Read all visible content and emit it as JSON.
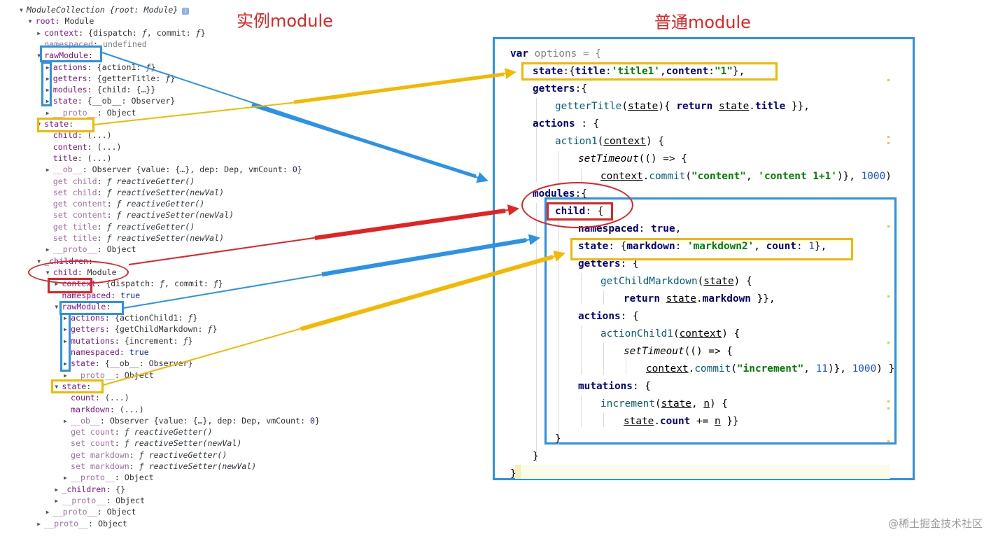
{
  "headings": {
    "instance_module": "实例module",
    "plain_module": "普通module"
  },
  "devtools_tree": [
    {
      "parts": [
        {
          "t": "ModuleCollection {root: Module}",
          "c": "it"
        }
      ]
    },
    {
      "parts": [
        {
          "t": "root",
          "c": "k"
        },
        {
          "t": ": Module",
          "c": "p"
        }
      ]
    },
    {
      "parts": [
        {
          "t": "context",
          "c": "k"
        },
        {
          "t": ": {dispatch: ",
          "c": "p"
        },
        {
          "t": "ƒ",
          "c": "it"
        },
        {
          "t": ", commit: ",
          "c": "p"
        },
        {
          "t": "ƒ",
          "c": "it"
        },
        {
          "t": "}",
          "c": "p"
        }
      ]
    },
    {
      "parts": [
        {
          "t": "namespaced",
          "c": "kd"
        },
        {
          "t": ": ",
          "c": "p"
        },
        {
          "t": "undefined",
          "c": "vu"
        }
      ]
    },
    {
      "parts": [
        {
          "t": "rawModule",
          "c": "k"
        },
        {
          "t": ":",
          "c": "p"
        }
      ]
    },
    {
      "parts": [
        {
          "t": "actions",
          "c": "k"
        },
        {
          "t": ": {action1: ",
          "c": "p"
        },
        {
          "t": "ƒ",
          "c": "it"
        },
        {
          "t": "}",
          "c": "p"
        }
      ]
    },
    {
      "parts": [
        {
          "t": "getters",
          "c": "k"
        },
        {
          "t": ": {getterTitle: ",
          "c": "p"
        },
        {
          "t": "ƒ",
          "c": "it"
        },
        {
          "t": "}",
          "c": "p"
        }
      ]
    },
    {
      "parts": [
        {
          "t": "modules",
          "c": "k"
        },
        {
          "t": ": {child: {…}}",
          "c": "p"
        }
      ]
    },
    {
      "parts": [
        {
          "t": "state",
          "c": "k"
        },
        {
          "t": ": {__ob__: Observer}",
          "c": "p"
        }
      ]
    },
    {
      "parts": [
        {
          "t": "__proto__",
          "c": "kd"
        },
        {
          "t": ": Object",
          "c": "p"
        }
      ]
    },
    {
      "parts": [
        {
          "t": "state",
          "c": "k"
        },
        {
          "t": ":",
          "c": "p"
        }
      ]
    },
    {
      "parts": [
        {
          "t": "child",
          "c": "k"
        },
        {
          "t": ": (...)",
          "c": "p"
        }
      ]
    },
    {
      "parts": [
        {
          "t": "content",
          "c": "k"
        },
        {
          "t": ": (...)",
          "c": "p"
        }
      ]
    },
    {
      "parts": [
        {
          "t": "title",
          "c": "k"
        },
        {
          "t": ": (...)",
          "c": "p"
        }
      ]
    },
    {
      "parts": [
        {
          "t": "__ob__",
          "c": "kd"
        },
        {
          "t": ": Observer {value: {…}, dep: Dep, vmCount: ",
          "c": "p"
        },
        {
          "t": "0",
          "c": "vn"
        },
        {
          "t": "}",
          "c": "p"
        }
      ]
    },
    {
      "parts": [
        {
          "t": "get child",
          "c": "kd"
        },
        {
          "t": ": ",
          "c": "p"
        },
        {
          "t": "ƒ reactiveGetter()",
          "c": "it"
        }
      ]
    },
    {
      "parts": [
        {
          "t": "set child",
          "c": "kd"
        },
        {
          "t": ": ",
          "c": "p"
        },
        {
          "t": "ƒ reactiveSetter(newVal)",
          "c": "it"
        }
      ]
    },
    {
      "parts": [
        {
          "t": "get content",
          "c": "kd"
        },
        {
          "t": ": ",
          "c": "p"
        },
        {
          "t": "ƒ reactiveGetter()",
          "c": "it"
        }
      ]
    },
    {
      "parts": [
        {
          "t": "set content",
          "c": "kd"
        },
        {
          "t": ": ",
          "c": "p"
        },
        {
          "t": "ƒ reactiveSetter(newVal)",
          "c": "it"
        }
      ]
    },
    {
      "parts": [
        {
          "t": "get title",
          "c": "kd"
        },
        {
          "t": ": ",
          "c": "p"
        },
        {
          "t": "ƒ reactiveGetter()",
          "c": "it"
        }
      ]
    },
    {
      "parts": [
        {
          "t": "set title",
          "c": "kd"
        },
        {
          "t": ": ",
          "c": "p"
        },
        {
          "t": "ƒ reactiveSetter(newVal)",
          "c": "it"
        }
      ]
    },
    {
      "parts": [
        {
          "t": "__proto__",
          "c": "kd"
        },
        {
          "t": ": Object",
          "c": "p"
        }
      ]
    },
    {
      "parts": [
        {
          "t": "_children",
          "c": "k"
        },
        {
          "t": ":",
          "c": "p"
        }
      ]
    },
    {
      "parts": [
        {
          "t": "child",
          "c": "k"
        },
        {
          "t": ": Module",
          "c": "p"
        }
      ]
    },
    {
      "parts": [
        {
          "t": "context",
          "c": "k"
        },
        {
          "t": ": {dispatch: ",
          "c": "p"
        },
        {
          "t": "ƒ",
          "c": "it"
        },
        {
          "t": ", commit: ",
          "c": "p"
        },
        {
          "t": "ƒ",
          "c": "it"
        },
        {
          "t": "}",
          "c": "p"
        }
      ]
    },
    {
      "parts": [
        {
          "t": "namespaced",
          "c": "k"
        },
        {
          "t": ": ",
          "c": "p"
        },
        {
          "t": "true",
          "c": "vb"
        }
      ]
    },
    {
      "parts": [
        {
          "t": "rawModule",
          "c": "k"
        },
        {
          "t": ":",
          "c": "p"
        }
      ]
    },
    {
      "parts": [
        {
          "t": "actions",
          "c": "k"
        },
        {
          "t": ": {actionChild1: ",
          "c": "p"
        },
        {
          "t": "ƒ",
          "c": "it"
        },
        {
          "t": "}",
          "c": "p"
        }
      ]
    },
    {
      "parts": [
        {
          "t": "getters",
          "c": "k"
        },
        {
          "t": ": {getChildMarkdown: ",
          "c": "p"
        },
        {
          "t": "ƒ",
          "c": "it"
        },
        {
          "t": "}",
          "c": "p"
        }
      ]
    },
    {
      "parts": [
        {
          "t": "mutations",
          "c": "k"
        },
        {
          "t": ": {increment: ",
          "c": "p"
        },
        {
          "t": "ƒ",
          "c": "it"
        },
        {
          "t": "}",
          "c": "p"
        }
      ]
    },
    {
      "parts": [
        {
          "t": "namespaced",
          "c": "k"
        },
        {
          "t": ": ",
          "c": "p"
        },
        {
          "t": "true",
          "c": "vb"
        }
      ]
    },
    {
      "parts": [
        {
          "t": "state",
          "c": "k"
        },
        {
          "t": ": {__ob__: Observer}",
          "c": "p"
        }
      ]
    },
    {
      "parts": [
        {
          "t": "__proto__",
          "c": "kd"
        },
        {
          "t": ": Object",
          "c": "p"
        }
      ]
    },
    {
      "parts": [
        {
          "t": "state",
          "c": "k"
        },
        {
          "t": ":",
          "c": "p"
        }
      ]
    },
    {
      "parts": [
        {
          "t": "count",
          "c": "k"
        },
        {
          "t": ": (...)",
          "c": "p"
        }
      ]
    },
    {
      "parts": [
        {
          "t": "markdown",
          "c": "k"
        },
        {
          "t": ": (...)",
          "c": "p"
        }
      ]
    },
    {
      "parts": [
        {
          "t": "__ob__",
          "c": "kd"
        },
        {
          "t": ": Observer {value: {…}, dep: Dep, vmCount: ",
          "c": "p"
        },
        {
          "t": "0",
          "c": "vn"
        },
        {
          "t": "}",
          "c": "p"
        }
      ]
    },
    {
      "parts": [
        {
          "t": "get count",
          "c": "kd"
        },
        {
          "t": ": ",
          "c": "p"
        },
        {
          "t": "ƒ reactiveGetter()",
          "c": "it"
        }
      ]
    },
    {
      "parts": [
        {
          "t": "set count",
          "c": "kd"
        },
        {
          "t": ": ",
          "c": "p"
        },
        {
          "t": "ƒ reactiveSetter(newVal)",
          "c": "it"
        }
      ]
    },
    {
      "parts": [
        {
          "t": "get markdown",
          "c": "kd"
        },
        {
          "t": ": ",
          "c": "p"
        },
        {
          "t": "ƒ reactiveGetter()",
          "c": "it"
        }
      ]
    },
    {
      "parts": [
        {
          "t": "set markdown",
          "c": "kd"
        },
        {
          "t": ": ",
          "c": "p"
        },
        {
          "t": "ƒ reactiveSetter(newVal)",
          "c": "it"
        }
      ]
    },
    {
      "parts": [
        {
          "t": "__proto__",
          "c": "kd"
        },
        {
          "t": ": Object",
          "c": "p"
        }
      ]
    },
    {
      "parts": [
        {
          "t": "_children",
          "c": "k"
        },
        {
          "t": ": {}",
          "c": "p"
        }
      ]
    },
    {
      "parts": [
        {
          "t": "__proto__",
          "c": "kd"
        },
        {
          "t": ": Object",
          "c": "p"
        }
      ]
    },
    {
      "parts": [
        {
          "t": "__proto__",
          "c": "kd"
        },
        {
          "t": ": Object",
          "c": "p"
        }
      ]
    },
    {
      "parts": [
        {
          "t": "__proto__",
          "c": "kd"
        },
        {
          "t": ": Object",
          "c": "p"
        }
      ]
    }
  ],
  "code_lines": [
    [
      {
        "t": "var",
        "c": "ck"
      },
      {
        "t": " options = {",
        "c": "cg"
      }
    ],
    [
      {
        "t": "state",
        "c": "cp"
      },
      {
        "t": ":{",
        "c": ""
      },
      {
        "t": "title",
        "c": "cp"
      },
      {
        "t": ":",
        "c": ""
      },
      {
        "t": "'title1'",
        "c": "cs"
      },
      {
        "t": ",",
        "c": ""
      },
      {
        "t": "content",
        "c": "cp"
      },
      {
        "t": ":",
        "c": ""
      },
      {
        "t": "\"1\"",
        "c": "cs"
      },
      {
        "t": "},",
        "c": ""
      }
    ],
    [
      {
        "t": "getters",
        "c": "cp"
      },
      {
        "t": ":{",
        "c": ""
      }
    ],
    [
      {
        "t": "getterTitle",
        "c": "cm"
      },
      {
        "t": "(",
        "c": ""
      },
      {
        "t": "state",
        "c": "cu"
      },
      {
        "t": "){ ",
        "c": ""
      },
      {
        "t": "return",
        "c": "ck"
      },
      {
        "t": " ",
        "c": ""
      },
      {
        "t": "state",
        "c": "cu"
      },
      {
        "t": ".",
        "c": ""
      },
      {
        "t": "title",
        "c": "cp"
      },
      {
        "t": " }},",
        "c": ""
      }
    ],
    [
      {
        "t": "actions",
        "c": "cp"
      },
      {
        "t": " : {",
        "c": ""
      }
    ],
    [
      {
        "t": "action1",
        "c": "cm"
      },
      {
        "t": "(",
        "c": ""
      },
      {
        "t": "context",
        "c": "cu"
      },
      {
        "t": ") {",
        "c": ""
      }
    ],
    [
      {
        "t": "setTimeout",
        "c": "ci"
      },
      {
        "t": "(() => {",
        "c": ""
      }
    ],
    [
      {
        "t": "context",
        "c": "cu"
      },
      {
        "t": ".",
        "c": ""
      },
      {
        "t": "commit",
        "c": "cm"
      },
      {
        "t": "(",
        "c": ""
      },
      {
        "t": "\"content\"",
        "c": "cs"
      },
      {
        "t": ", ",
        "c": ""
      },
      {
        "t": "'content 1+1'",
        "c": "cs"
      },
      {
        "t": ")}, ",
        "c": ""
      },
      {
        "t": "1000",
        "c": "cn"
      },
      {
        "t": ")",
        "c": ""
      }
    ],
    [
      {
        "t": "modules",
        "c": "cp"
      },
      {
        "t": ":{",
        "c": ""
      }
    ],
    [
      {
        "t": "child",
        "c": "cp"
      },
      {
        "t": ": {",
        "c": ""
      }
    ],
    [
      {
        "t": "namespaced",
        "c": "cp"
      },
      {
        "t": ": ",
        "c": ""
      },
      {
        "t": "true",
        "c": "ck"
      },
      {
        "t": ",",
        "c": ""
      }
    ],
    [
      {
        "t": "state",
        "c": "cp"
      },
      {
        "t": ": {",
        "c": ""
      },
      {
        "t": "markdown",
        "c": "cp"
      },
      {
        "t": ": ",
        "c": ""
      },
      {
        "t": "'markdown2'",
        "c": "cs"
      },
      {
        "t": ", ",
        "c": ""
      },
      {
        "t": "count",
        "c": "cp"
      },
      {
        "t": ": ",
        "c": ""
      },
      {
        "t": "1",
        "c": "cn"
      },
      {
        "t": "},",
        "c": ""
      }
    ],
    [
      {
        "t": "getters",
        "c": "cp"
      },
      {
        "t": ": {",
        "c": ""
      }
    ],
    [
      {
        "t": "getChildMarkdown",
        "c": "cm"
      },
      {
        "t": "(",
        "c": ""
      },
      {
        "t": "state",
        "c": "cu"
      },
      {
        "t": ") {",
        "c": ""
      }
    ],
    [
      {
        "t": "return",
        "c": "ck"
      },
      {
        "t": " ",
        "c": ""
      },
      {
        "t": "state",
        "c": "cu"
      },
      {
        "t": ".",
        "c": ""
      },
      {
        "t": "markdown",
        "c": "cp"
      },
      {
        "t": " }},",
        "c": ""
      }
    ],
    [
      {
        "t": "actions",
        "c": "cp"
      },
      {
        "t": ": {",
        "c": ""
      }
    ],
    [
      {
        "t": "actionChild1",
        "c": "cm"
      },
      {
        "t": "(",
        "c": ""
      },
      {
        "t": "context",
        "c": "cu"
      },
      {
        "t": ") {",
        "c": ""
      }
    ],
    [
      {
        "t": "setTimeout",
        "c": "ci"
      },
      {
        "t": "(() => {",
        "c": ""
      }
    ],
    [
      {
        "t": "context",
        "c": "cu"
      },
      {
        "t": ".",
        "c": ""
      },
      {
        "t": "commit",
        "c": "cm"
      },
      {
        "t": "(",
        "c": ""
      },
      {
        "t": "\"increment\"",
        "c": "cs"
      },
      {
        "t": ", ",
        "c": ""
      },
      {
        "t": "11",
        "c": "cn"
      },
      {
        "t": ")}, ",
        "c": ""
      },
      {
        "t": "1000",
        "c": "cn"
      },
      {
        "t": ") }",
        "c": ""
      }
    ],
    [
      {
        "t": "mutations",
        "c": "cp"
      },
      {
        "t": ": {",
        "c": ""
      }
    ],
    [
      {
        "t": "increment",
        "c": "cm"
      },
      {
        "t": "(",
        "c": ""
      },
      {
        "t": "state",
        "c": "cu"
      },
      {
        "t": ", ",
        "c": ""
      },
      {
        "t": "n",
        "c": "cu"
      },
      {
        "t": ") {",
        "c": ""
      }
    ],
    [
      {
        "t": "state",
        "c": "cu"
      },
      {
        "t": ".",
        "c": ""
      },
      {
        "t": "count",
        "c": "cp"
      },
      {
        "t": " += ",
        "c": ""
      },
      {
        "t": "n",
        "c": "cu"
      },
      {
        "t": " }}",
        "c": ""
      }
    ],
    [
      {
        "t": "}",
        "c": ""
      }
    ],
    [
      {
        "t": "}",
        "c": ""
      }
    ],
    [
      {
        "t": "}",
        "c": ""
      }
    ]
  ],
  "watermark": "@稀土掘金技术社区",
  "colors": {
    "blue": "#2a93e8",
    "yellow": "#f5b800",
    "red": "#e52222"
  }
}
